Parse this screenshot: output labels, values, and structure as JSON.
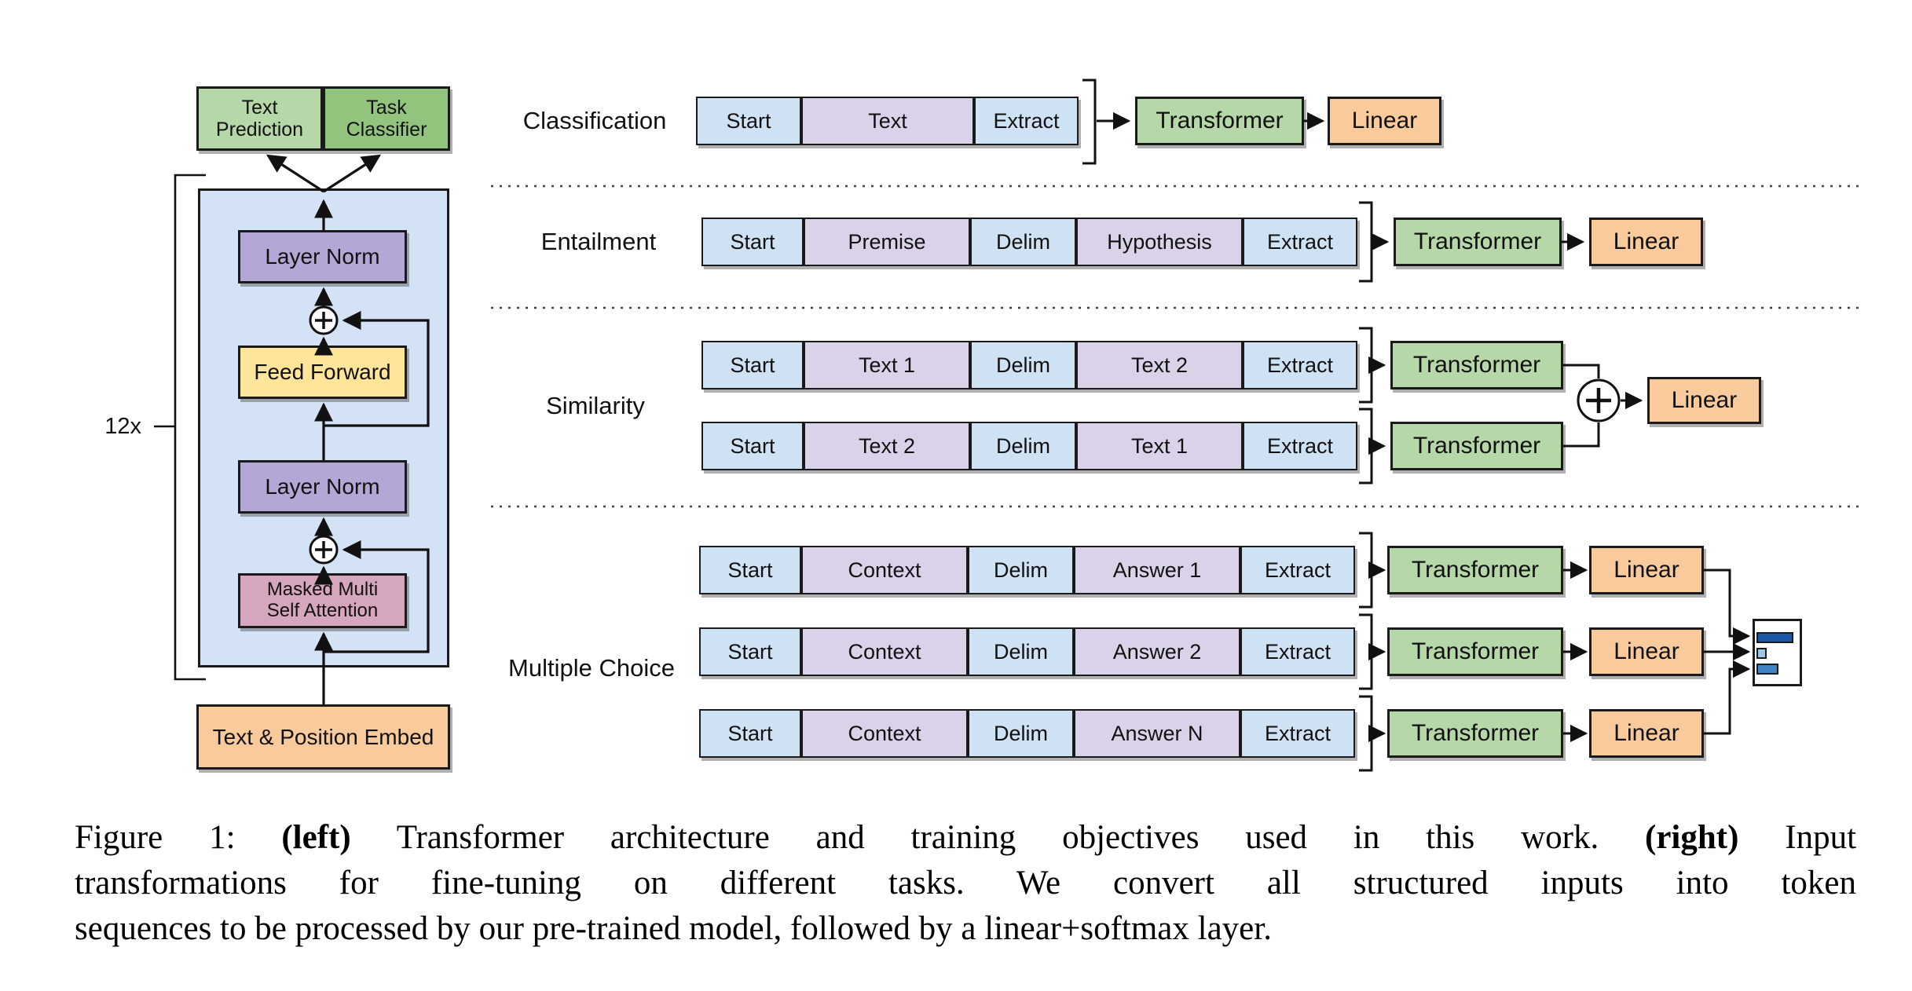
{
  "colors": {
    "token_blue": "#cfe2f3",
    "token_purple": "#d9d2e9",
    "container_blue": "#d3e2f4",
    "green_light": "#b6d7a8",
    "green_dark": "#93c47d",
    "purple_box": "#b4a7d6",
    "yellow_box": "#ffe599",
    "pink_box": "#d5a6bd",
    "orange_box": "#f9cb9c",
    "bar_dark": "#1c57a5",
    "bar_light": "#9fc5e8",
    "bar_mid": "#3d85c6"
  },
  "architecture": {
    "text_prediction": "Text Prediction",
    "task_classifier": "Task Classifier",
    "layer_norm_top": "Layer Norm",
    "feed_forward": "Feed Forward",
    "layer_norm_bottom": "Layer Norm",
    "masked_attention_line1": "Masked Multi",
    "masked_attention_line2": "Self Attention",
    "embed": "Text & Position Embed",
    "repeat_label": "12x"
  },
  "blocks": {
    "transformer": "Transformer",
    "linear": "Linear"
  },
  "tasks": [
    {
      "label": "Classification",
      "rows": [
        [
          "Start",
          "Text",
          "Extract"
        ]
      ]
    },
    {
      "label": "Entailment",
      "rows": [
        [
          "Start",
          "Premise",
          "Delim",
          "Hypothesis",
          "Extract"
        ]
      ]
    },
    {
      "label": "Similarity",
      "rows": [
        [
          "Start",
          "Text 1",
          "Delim",
          "Text 2",
          "Extract"
        ],
        [
          "Start",
          "Text 2",
          "Delim",
          "Text 1",
          "Extract"
        ]
      ]
    },
    {
      "label": "Multiple Choice",
      "rows": [
        [
          "Start",
          "Context",
          "Delim",
          "Answer 1",
          "Extract"
        ],
        [
          "Start",
          "Context",
          "Delim",
          "Answer 2",
          "Extract"
        ],
        [
          "Start",
          "Context",
          "Delim",
          "Answer N",
          "Extract"
        ]
      ]
    }
  ],
  "caption": {
    "prefix": "Figure 1:",
    "left_tag": "(left)",
    "line1_mid": "Transformer architecture and training objectives used in this work.",
    "right_tag": "(right)",
    "line1_end": "Input",
    "line2": "transformations for fine-tuning on different tasks. We convert all structured inputs into token",
    "line3": "sequences to be processed by our pre-trained model, followed by a linear+softmax layer."
  }
}
